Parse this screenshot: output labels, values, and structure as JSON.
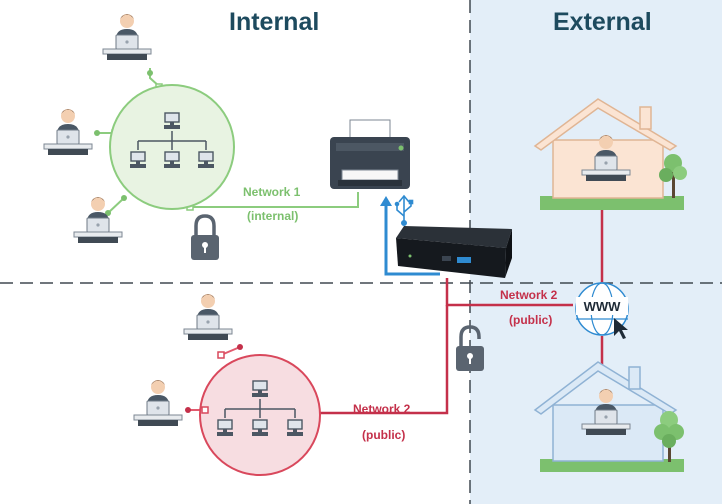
{
  "headings": {
    "internal": "Internal",
    "external": "External"
  },
  "network1": {
    "name": "Network 1",
    "scope": "(internal)",
    "color": "#7cc06e"
  },
  "network2_internal": {
    "name": "Network 2",
    "scope": "(public)",
    "color": "#c4304a"
  },
  "network2_external": {
    "name": "Network 2",
    "scope": "(public)",
    "color": "#c4304a"
  },
  "internet": {
    "label": "WWW"
  },
  "colors": {
    "heading": "#1d4a5e",
    "external_bg": "#e3eef8",
    "usb": "#2f8bd1",
    "lock": "#5a6470"
  },
  "icons": [
    "printer-icon",
    "usb-icon",
    "print-server-icon",
    "padlock-icon",
    "www-globe-icon",
    "house-icon",
    "tree-icon",
    "computer-network-icon",
    "user-at-laptop-icon"
  ]
}
